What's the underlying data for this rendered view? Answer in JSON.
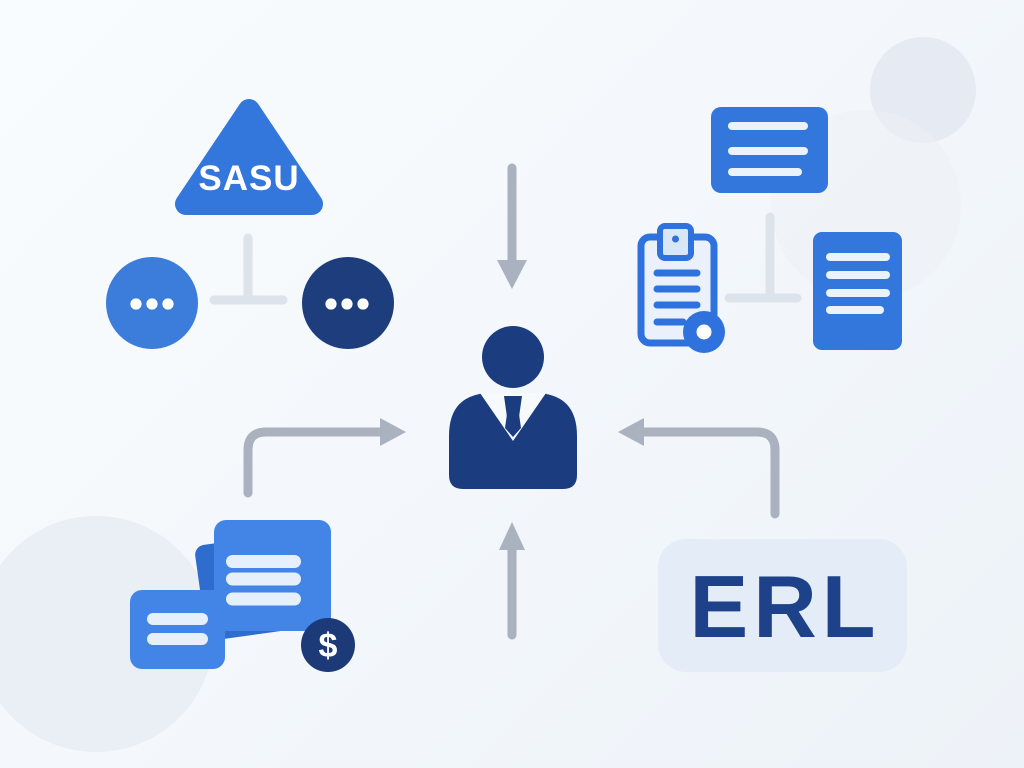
{
  "illustration": {
    "type": "concept-diagram",
    "groups": {
      "company_structure": {
        "label": "SASU",
        "icon": "org-chart-triangle-icon",
        "children_icons": [
          "ellipsis-circle-blue-icon",
          "ellipsis-circle-navy-icon"
        ]
      },
      "documents": {
        "icon": "document-tree-icon",
        "items": [
          "text-card-icon",
          "clipboard-check-icon",
          "text-document-icon"
        ]
      },
      "center_person": {
        "icon": "businessperson-icon"
      },
      "invoices": {
        "icon": "invoice-stack-icon",
        "currency_symbol": "$"
      },
      "registry": {
        "label": "ERL",
        "icon": "erl-badge"
      },
      "arrows": [
        "arrow-down-icon",
        "elbow-arrow-right-icon",
        "elbow-arrow-left-icon",
        "arrow-up-icon"
      ]
    },
    "colors": {
      "primary_blue": "#3377dc",
      "card_blue": "#4285e6",
      "back_sheet_blue": "#2e6ccd",
      "navy": "#1c3c80",
      "dollar_navy": "#1d3a78",
      "erl_text_navy": "#1e4289",
      "arrow_gray": "#a9b2be",
      "connector_gray": "#dde3eb",
      "badge_background": "#e4ecf8",
      "clipboard_fill": "#eaf1fa",
      "line_white": "#eaf2fc",
      "background": "#f4f8fc",
      "blob_gray": "#e7ebf2"
    }
  }
}
